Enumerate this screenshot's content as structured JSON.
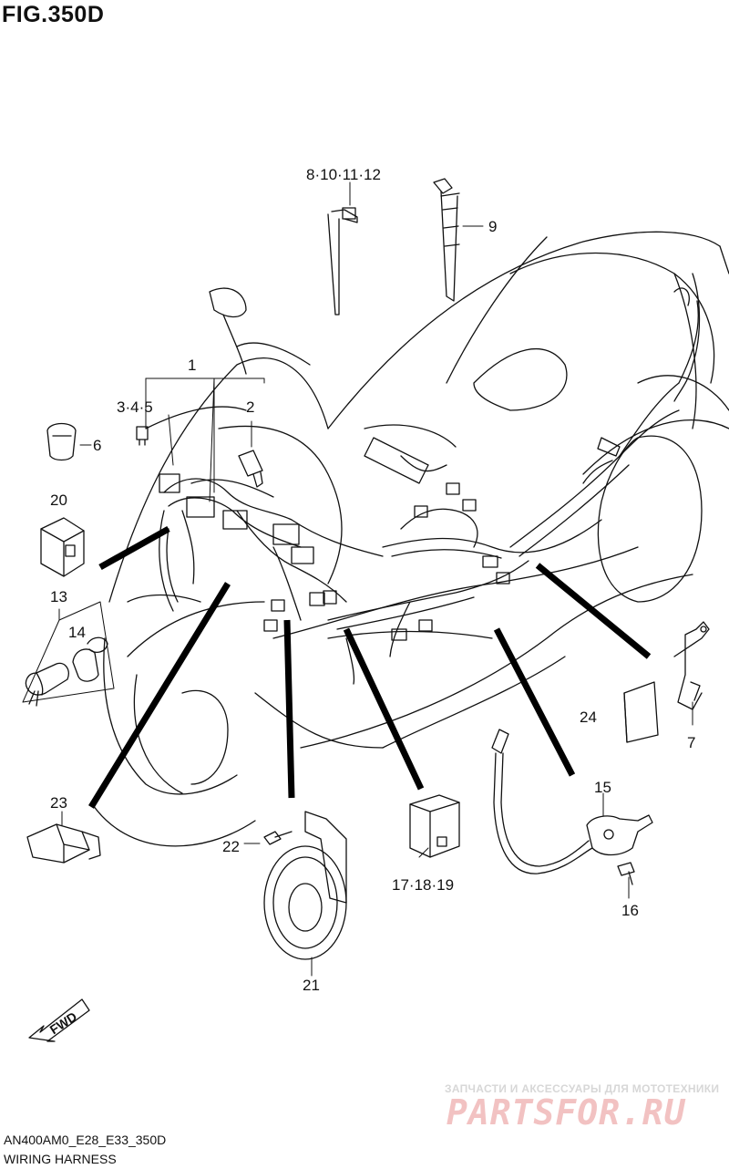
{
  "figure": {
    "title": "FIG.350D",
    "code": "AN400AM0_E28_E33_350D",
    "name": "WIRING HARNESS"
  },
  "callouts": [
    "8·10·11·12",
    "9",
    "1",
    "3·4·5",
    "2",
    "6",
    "20",
    "13",
    "14",
    "24",
    "7",
    "23",
    "15",
    "22",
    "17·18·19",
    "16",
    "21"
  ],
  "direction_label": "FWD",
  "watermark": {
    "subtitle": "ЗАПЧАСТИ И АКСЕССУАРЫ ДЛЯ МОТОТЕХНИКИ",
    "brand": "PARTSFOR.RU"
  }
}
